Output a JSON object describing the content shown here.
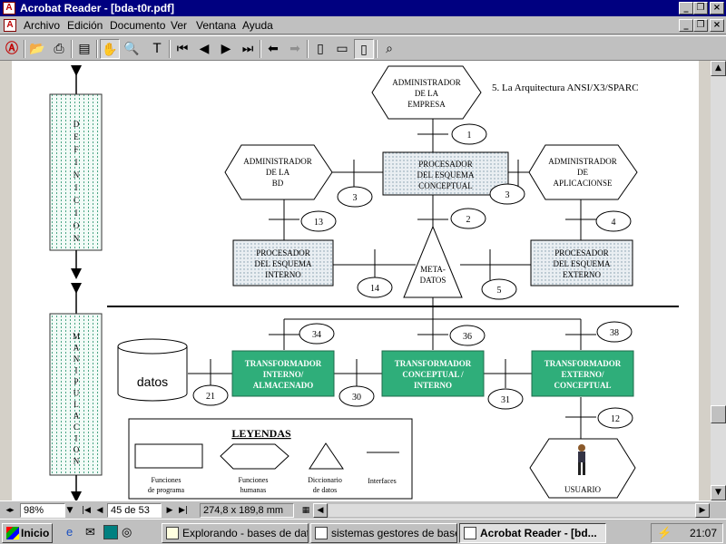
{
  "window": {
    "title": "Acrobat Reader - [bda-t0r.pdf]"
  },
  "menu": [
    "Archivo",
    "Edición",
    "Documento",
    "Ver",
    "Ventana",
    "Ayuda"
  ],
  "diagram": {
    "heading": "5. La Arquitectura ANSI/X3/SPARC",
    "side_top": "DEFINICION",
    "side_bottom": "MANIPULACION",
    "admin_empresa": [
      "ADMINISTRADOR",
      "DE LA",
      "EMPRESA"
    ],
    "admin_bd": [
      "ADMINISTRADOR",
      "DE LA",
      "BD"
    ],
    "admin_apps": [
      "ADMINISTRADOR",
      "DE",
      "APLICACIONSE"
    ],
    "proc_conceptual": [
      "PROCESADOR",
      "DEL ESQUEMA",
      "CONCEPTUAL"
    ],
    "proc_interno": [
      "PROCESADOR",
      "DEL ESQUEMA",
      "INTERNO"
    ],
    "proc_externo": [
      "PROCESADOR",
      "DEL ESQUEMA",
      "EXTERNO"
    ],
    "metadatos": [
      "META-",
      "DATOS"
    ],
    "datos": "datos",
    "trans_interno": [
      "TRANSFORMADOR",
      "INTERNO/",
      "ALMACENADO"
    ],
    "trans_conceptual": [
      "TRANSFORMADOR",
      "CONCEPTUAL /",
      "INTERNO"
    ],
    "trans_externo": [
      "TRANSFORMADOR",
      "EXTERNO/",
      "CONCEPTUAL"
    ],
    "usuario": "USUARIO",
    "interfaces": {
      "i1": "1",
      "i2": "2",
      "i3a": "3",
      "i3b": "3",
      "i4": "4",
      "i5": "5",
      "i12": "12",
      "i13": "13",
      "i14": "14",
      "i21": "21",
      "i30": "30",
      "i31": "31",
      "i34": "34",
      "i36": "36",
      "i38": "38"
    },
    "legend": {
      "title": "LEYENDAS",
      "items": [
        [
          "Funciones",
          "de programa"
        ],
        [
          "Funciones",
          "humanas"
        ],
        [
          "Diccionario",
          "de datos"
        ],
        [
          "Interfaces"
        ]
      ]
    }
  },
  "status": {
    "zoom": "98%",
    "page": "45 de 53",
    "size": "274,8 x 189,8  mm"
  },
  "taskbar": {
    "start": "Inicio",
    "tasks": [
      "Explorando - bases de datos",
      "sistemas gestores de base...",
      "Acrobat Reader - [bd..."
    ],
    "clock": "21:07"
  },
  "colors": {
    "titlebar": "#000080",
    "transformer": "#2fae7a",
    "processor_fill": "#dde3e8"
  }
}
